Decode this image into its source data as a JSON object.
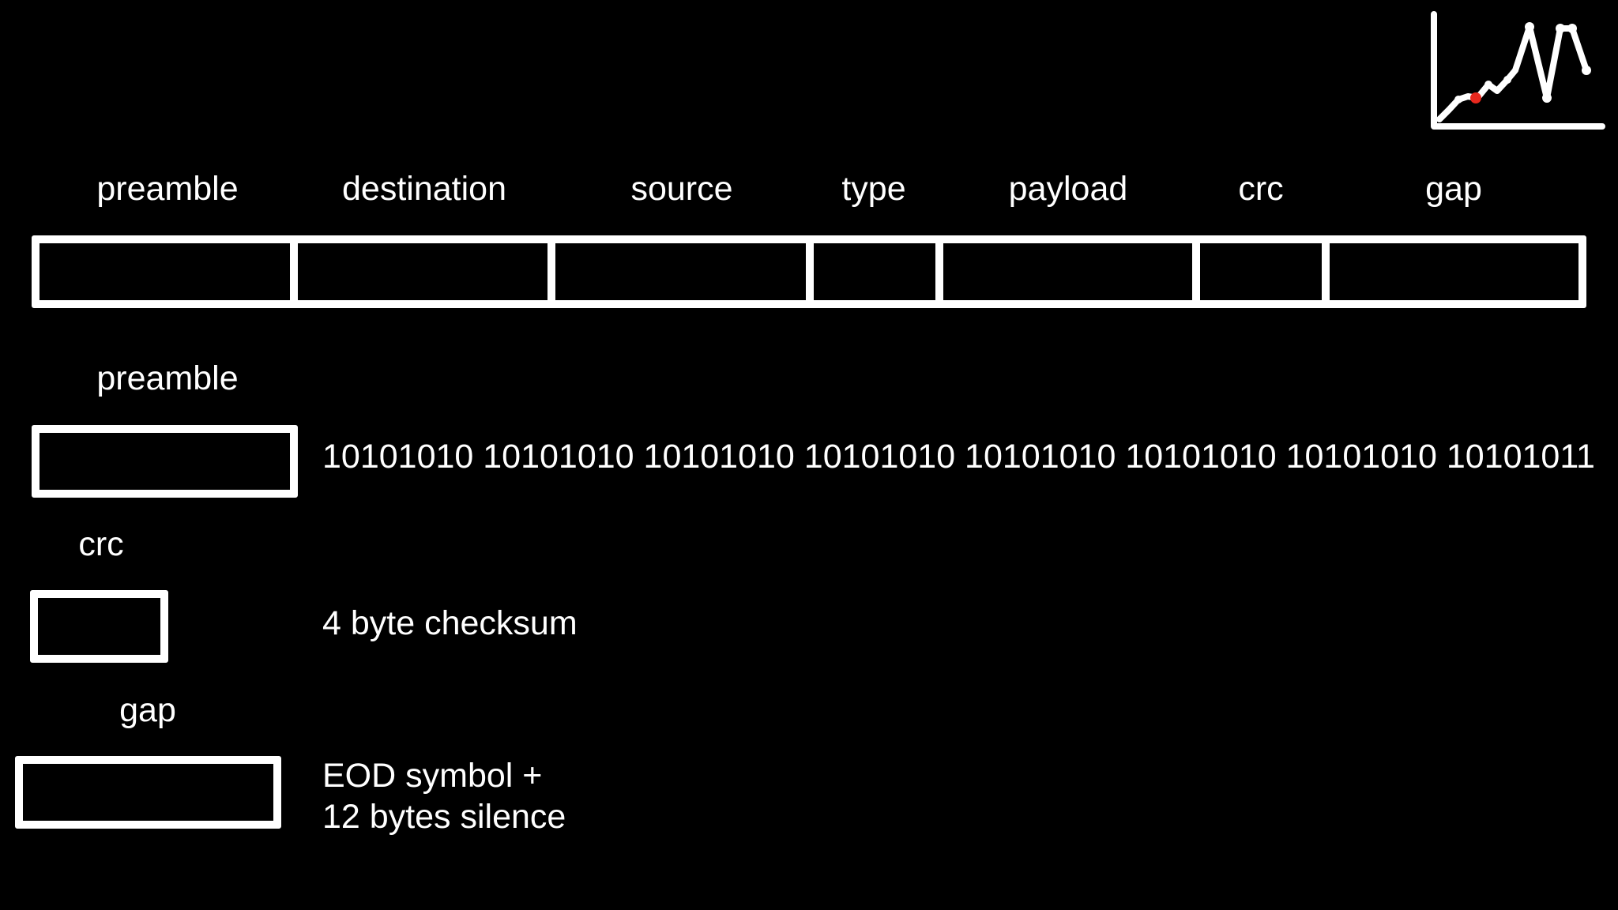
{
  "frame": {
    "fields": [
      {
        "label": "preamble"
      },
      {
        "label": "destination"
      },
      {
        "label": "source"
      },
      {
        "label": "type"
      },
      {
        "label": "payload"
      },
      {
        "label": "crc"
      },
      {
        "label": "gap"
      }
    ]
  },
  "details": {
    "preamble": {
      "label": "preamble",
      "text": "10101010 10101010 10101010 10101010 10101010 10101010 10101010 10101011"
    },
    "crc": {
      "label": "crc",
      "text": "4 byte checksum"
    },
    "gap": {
      "label": "gap",
      "text": "EOD symbol +\n12 bytes silence"
    }
  },
  "colors": {
    "background": "#000000",
    "foreground": "#ffffff",
    "accent": "#e8281e"
  },
  "logo": {
    "icon": "line-chart-icon"
  }
}
